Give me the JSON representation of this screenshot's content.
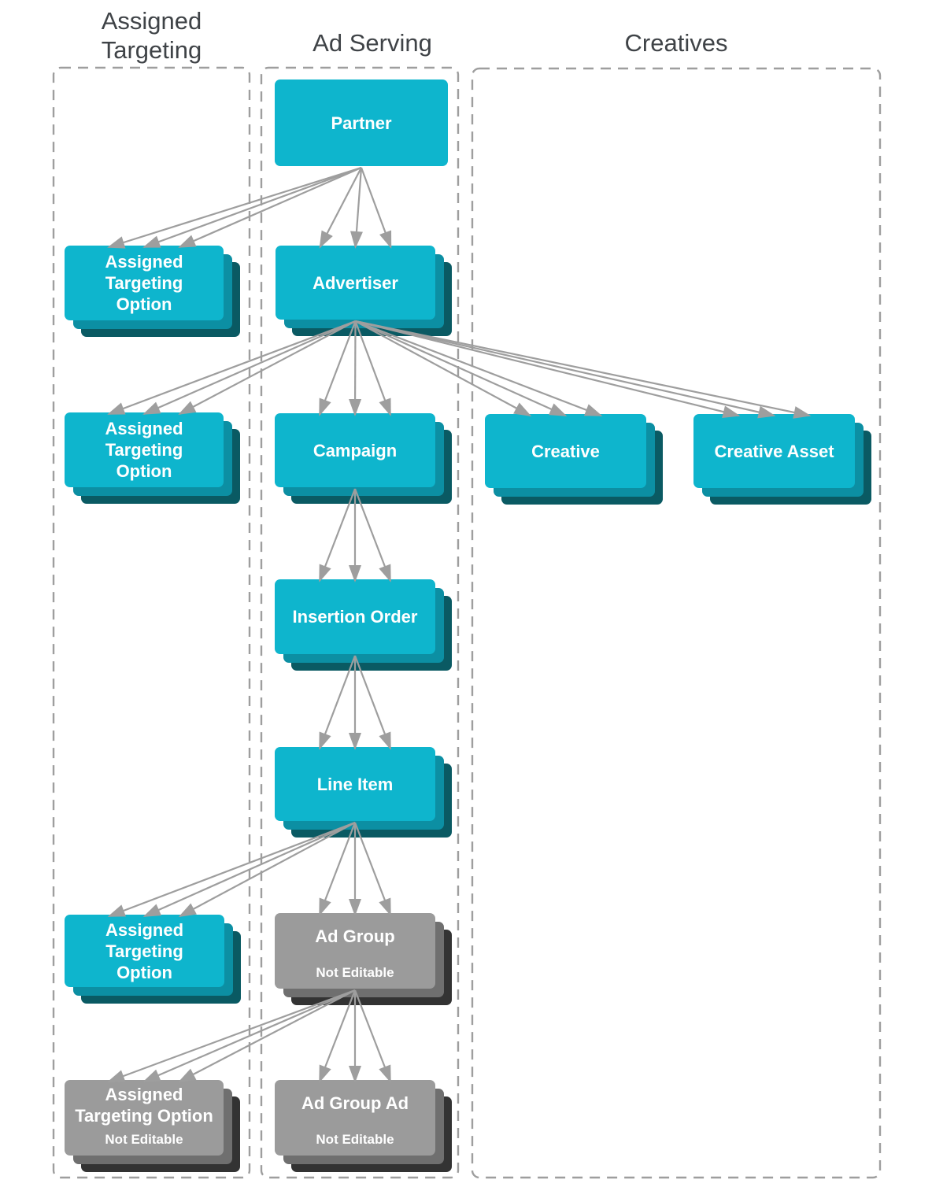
{
  "headers": {
    "assigned_targeting": "Assigned\nTargeting",
    "ad_serving": "Ad Serving",
    "creatives": "Creatives"
  },
  "nodes": {
    "partner": {
      "label": "Partner"
    },
    "assigned_targeting_option_1": {
      "label": "Assigned\nTargeting\nOption"
    },
    "advertiser": {
      "label": "Advertiser"
    },
    "assigned_targeting_option_2": {
      "label": "Assigned\nTargeting\nOption"
    },
    "campaign": {
      "label": "Campaign"
    },
    "creative": {
      "label": "Creative"
    },
    "creative_asset": {
      "label": "Creative Asset"
    },
    "insertion_order": {
      "label": "Insertion Order"
    },
    "line_item": {
      "label": "Line Item"
    },
    "assigned_targeting_option_3": {
      "label": "Assigned\nTargeting\nOption"
    },
    "ad_group": {
      "label": "Ad Group",
      "sublabel": "Not Editable"
    },
    "assigned_targeting_option_4": {
      "label": "Assigned\nTargeting Option",
      "sublabel": "Not Editable"
    },
    "ad_group_ad": {
      "label": "Ad Group Ad",
      "sublabel": "Not Editable"
    }
  },
  "edges": [
    {
      "from": "partner",
      "to": "assigned_targeting_option_1"
    },
    {
      "from": "partner",
      "to": "advertiser"
    },
    {
      "from": "advertiser",
      "to": "assigned_targeting_option_2"
    },
    {
      "from": "advertiser",
      "to": "campaign"
    },
    {
      "from": "advertiser",
      "to": "creative"
    },
    {
      "from": "advertiser",
      "to": "creative_asset"
    },
    {
      "from": "campaign",
      "to": "insertion_order"
    },
    {
      "from": "insertion_order",
      "to": "line_item"
    },
    {
      "from": "line_item",
      "to": "assigned_targeting_option_3"
    },
    {
      "from": "line_item",
      "to": "ad_group"
    },
    {
      "from": "ad_group",
      "to": "assigned_targeting_option_4"
    },
    {
      "from": "ad_group",
      "to": "ad_group_ad"
    }
  ],
  "colors": {
    "box_cyan": "#0eb5cd",
    "box_cyan_mid": "#0c8fa3",
    "box_cyan_dark": "#0a5a63",
    "box_gray": "#9b9b9b",
    "box_gray_mid": "#6f6f6f",
    "box_gray_dark": "#333333",
    "arrow": "#9e9e9e",
    "outline": "#9e9e9e",
    "header_text": "#3f4347",
    "box_text": "#ffffff"
  }
}
